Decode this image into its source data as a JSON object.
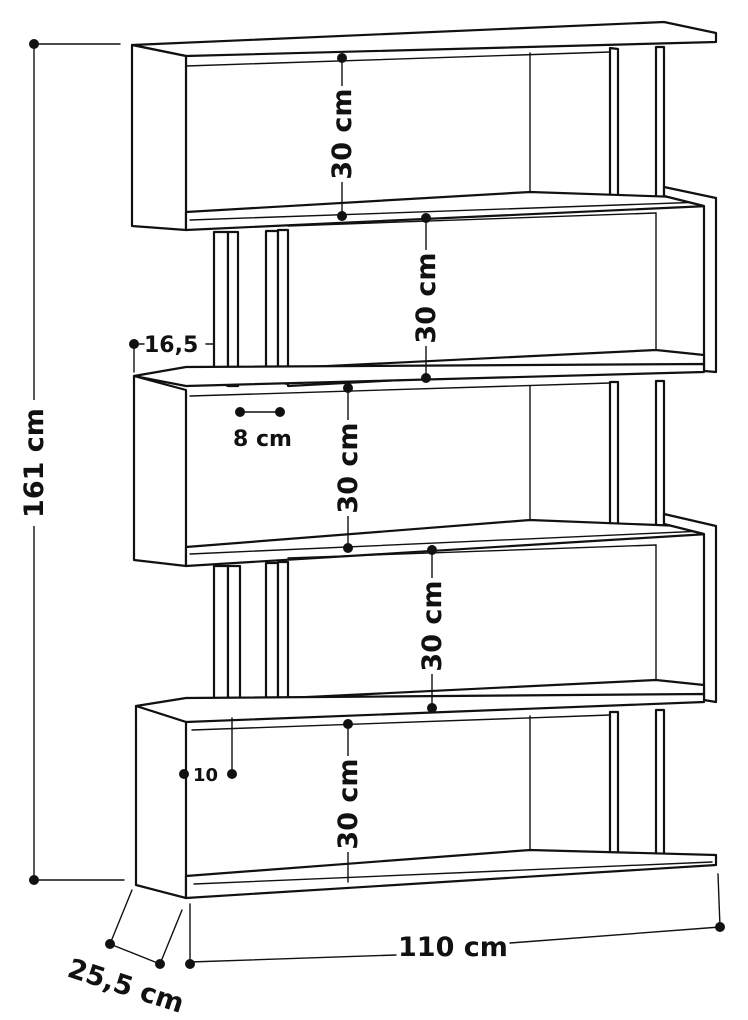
{
  "dimensions": {
    "total_height": "161 cm",
    "width": "110 cm",
    "depth": "25,5 cm",
    "shelf_1_height": "30 cm",
    "shelf_2_height": "30 cm",
    "shelf_3_height": "30 cm",
    "shelf_4_height": "30 cm",
    "shelf_5_height": "30 cm",
    "offset": "16,5",
    "divider_gap": "8 cm",
    "divider_thickness": "10"
  },
  "colors": {
    "line": "#111111",
    "background": "#ffffff"
  }
}
